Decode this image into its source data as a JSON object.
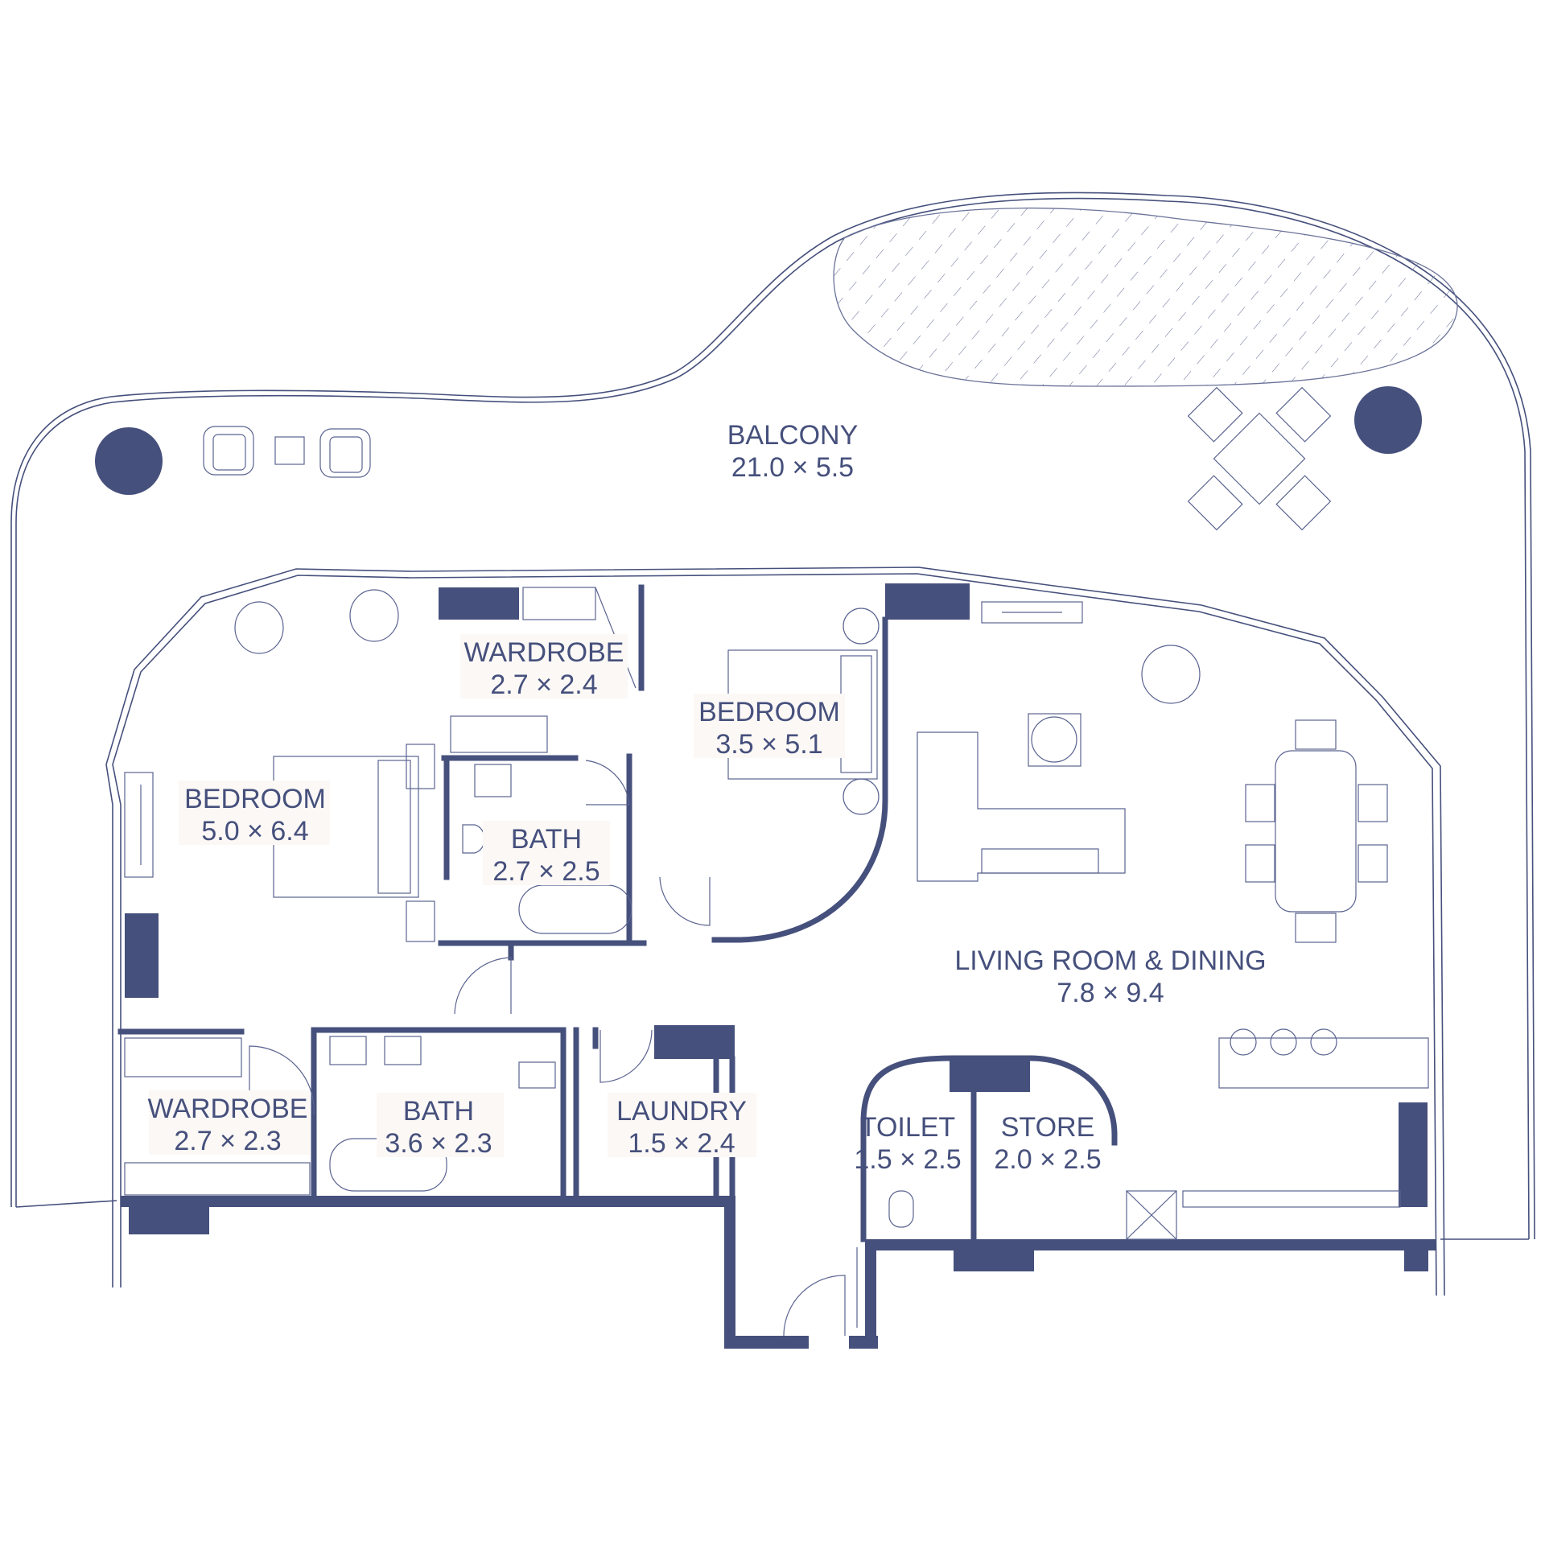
{
  "colors": {
    "ink": "#46507c",
    "background": "#ffffff",
    "label_bg": "#fbf8f6"
  },
  "rooms": {
    "balcony": {
      "name": "BALCONY",
      "size": "21.0 × 5.5"
    },
    "bedroom_master": {
      "name": "BEDROOM",
      "size": "5.0 × 6.4"
    },
    "wardrobe_upper": {
      "name": "WARDROBE",
      "size": "2.7 × 2.4"
    },
    "bedroom_second": {
      "name": "BEDROOM",
      "size": "3.5 × 5.1"
    },
    "bath_upper": {
      "name": "BATH",
      "size": "2.7 × 2.5"
    },
    "living_dining": {
      "name": "LIVING ROOM & DINING",
      "size": "7.8 × 9.4"
    },
    "wardrobe_lower": {
      "name": "WARDROBE",
      "size": "2.7 × 2.3"
    },
    "bath_lower": {
      "name": "BATH",
      "size": "3.6 × 2.3"
    },
    "laundry": {
      "name": "LAUNDRY",
      "size": "1.5 × 2.4"
    },
    "toilet": {
      "name": "TOILET",
      "size": "1.5 × 2.5"
    },
    "store": {
      "name": "STORE",
      "size": "2.0 × 2.5"
    }
  }
}
